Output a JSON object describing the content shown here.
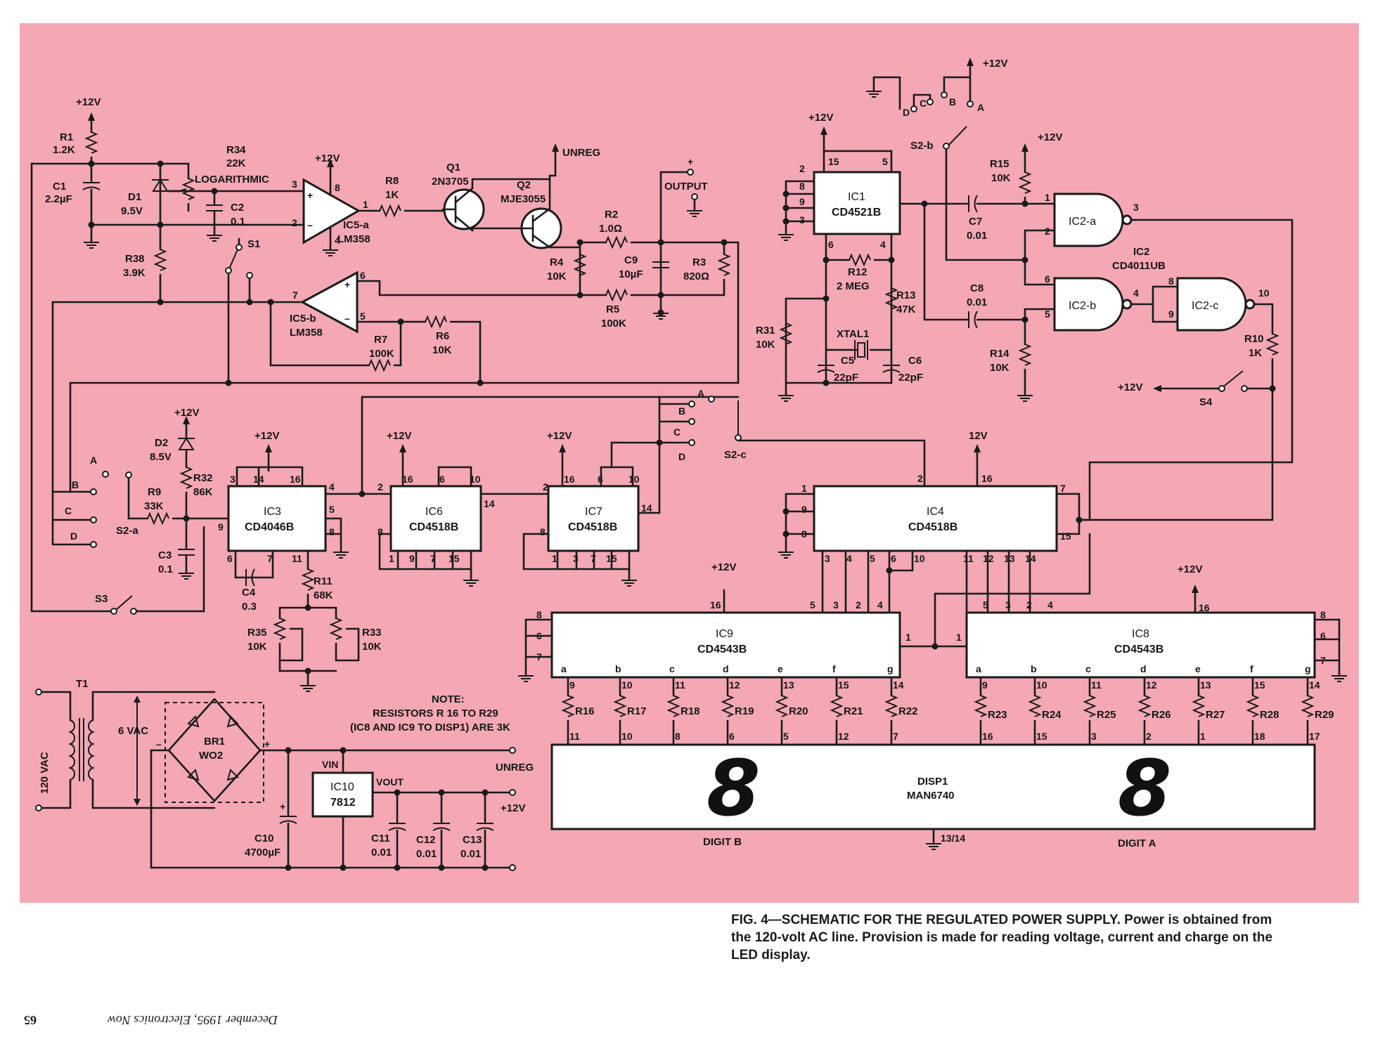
{
  "labels": {
    "v12_r1": "+12V",
    "r1": "R1",
    "r1_val": "1.2K",
    "c1": "C1",
    "c1_val": "2.2µF",
    "d1": "D1",
    "d1_val": "9.5V",
    "r34": "R34",
    "r34_val": "22K",
    "log": "LOGARITHMIC",
    "c2": "C2",
    "c2_val": "0.1",
    "s1": "S1",
    "r38": "R38",
    "r38_val": "3.9K",
    "v12_ic5": "+12V",
    "ic5a": "IC5-a",
    "ic5a_part": "LM358",
    "r8": "R8",
    "r8_val": "1K",
    "q1": "Q1",
    "q1_part": "2N3705",
    "q2": "Q2",
    "q2_part": "MJE3055",
    "unreg_top": "UNREG",
    "output": "OUTPUT",
    "r2": "R2",
    "r2_val": "1.0Ω",
    "r4": "R4",
    "r4_val": "10K",
    "c9": "C9",
    "c9_val": "10µF",
    "r3": "R3",
    "r3_val": "820Ω",
    "r5": "R5",
    "r5_val": "100K",
    "ic5b": "IC5-b",
    "ic5b_part": "LM358",
    "r7": "R7",
    "r7_val": "100K",
    "r6": "R6",
    "r6_val": "10K",
    "v12_ic1": "+12V",
    "ic1": "IC1",
    "ic1_part": "CD4521B",
    "r12": "R12",
    "r12_val": "2 MEG",
    "r13": "R13",
    "r13_val": "47K",
    "r31": "R31",
    "r31_val": "10K",
    "xtal": "XTAL1",
    "c5": "C5",
    "c5_val": "22pF",
    "c6": "C6",
    "c6_val": "22pF",
    "v12_s2b": "+12V",
    "s2b": "S2-b",
    "v12_r15": "+12V",
    "r15": "R15",
    "r15_val": "10K",
    "c7": "C7",
    "c7_val": "0.01",
    "c8": "C8",
    "c8_val": "0.01",
    "r14": "R14",
    "r14_val": "10K",
    "ic2a": "IC2-a",
    "ic2b": "IC2-b",
    "ic2c": "IC2-c",
    "ic2": "IC2",
    "ic2_part": "CD4011UB",
    "r10": "R10",
    "r10_val": "1K",
    "v12_s4": "+12V",
    "s4": "S4",
    "v12_d2": "+12V",
    "d2": "D2",
    "d2_val": "8.5V",
    "r32": "R32",
    "r32_val": "86K",
    "r9": "R9",
    "r9_val": "33K",
    "s2a": "S2-a",
    "c3": "C3",
    "c3_val": "0.1",
    "s3": "S3",
    "ic3": "IC3",
    "ic3_part": "CD4046B",
    "c4": "C4",
    "c4_val": "0.3",
    "r11": "R11",
    "r11_val": "68K",
    "r35": "R35",
    "r35_val": "10K",
    "r33": "R33",
    "r33_val": "10K",
    "ic6": "IC6",
    "ic6_part": "CD4518B",
    "ic7": "IC7",
    "ic7_part": "CD4518B",
    "ic4": "IC4",
    "ic4_part": "CD4518B",
    "s2c": "S2-c",
    "v12_ic4": "12V",
    "ic9": "IC9",
    "ic9_part": "CD4543B",
    "ic8": "IC8",
    "ic8_part": "CD4543B",
    "disp": "DISP1",
    "disp_part": "MAN6740",
    "digit_b": "DIGIT B",
    "digit_a": "DIGIT A",
    "gnd_disp": "13/14",
    "t1": "T1",
    "vac120": "120 VAC",
    "vac6": "6 VAC",
    "br1": "BR1",
    "br1_part": "WO2",
    "c10": "C10",
    "c10_val": "4700µF",
    "ic10": "IC10",
    "ic10_part": "7812",
    "vin": "VIN",
    "vout": "VOUT",
    "c11": "C11",
    "c11_val": "0.01",
    "c12": "C12",
    "c12_val": "0.01",
    "c13": "C13",
    "c13_val": "0.01",
    "unreg_ps": "UNREG",
    "v12_ps": "+12V",
    "note1": "NOTE:",
    "note2": "RESISTORS R 16 TO R29",
    "note3": "(IC8 AND IC9 TO DISP1) ARE 3K",
    "seg_b": "8",
    "seg_a": "8"
  },
  "caption": {
    "lead": "FIG. 4—SCHEMATIC FOR THE REGULATED POWER SUPPLY.",
    "line1_rest": "Power is obtained from",
    "line2": "the 120-volt AC line. Provision is made for reading voltage, current and charge on the",
    "line3": "LED display."
  },
  "footer": {
    "page": "65",
    "text": "December 1995, Electronics Now"
  },
  "colors": {
    "panel": "#f4a8b4",
    "ink": "#1a1a1a"
  }
}
